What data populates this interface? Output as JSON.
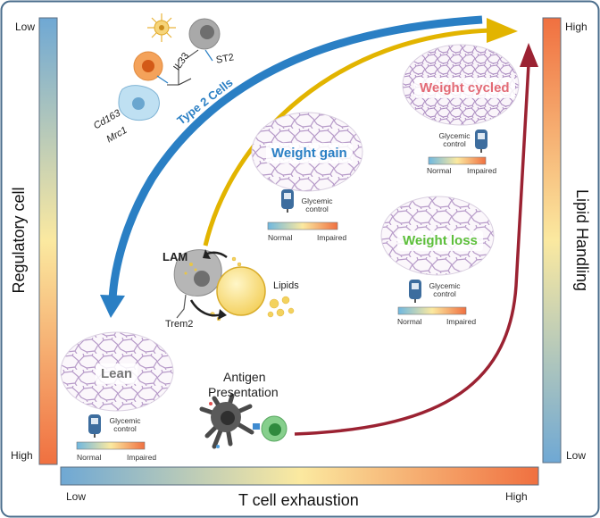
{
  "colors": {
    "blue_arrow": "#2a7fc4",
    "gold_arrow": "#e2b400",
    "red_arrow": "#9b2232",
    "weight_gain": "#2a7fc4",
    "weight_cycled": "#e36a75",
    "weight_loss": "#5cbf3a",
    "lean": "#777777",
    "type2": "#2a7fc4"
  },
  "axes": {
    "left": {
      "title": "Regulatory cell",
      "top": "Low",
      "bottom": "High"
    },
    "right": {
      "title": "Lipid Handling",
      "top": "High",
      "bottom": "Low"
    },
    "bottom": {
      "title": "T cell exhaustion",
      "left": "Low",
      "right": "High"
    }
  },
  "cells": {
    "il33": "IL33",
    "st2": "ST2",
    "cd163": "Cd163",
    "mrc1": "Mrc1",
    "type2": "Type 2 Cells",
    "lam": "LAM",
    "trem2": "Trem2",
    "lipids": "Lipids",
    "antigen_1": "Antigen",
    "antigen_2": "Presentation"
  },
  "states": {
    "weight_gain": "Weight gain",
    "weight_cycled": "Weight cycled",
    "weight_loss": "Weight loss",
    "lean": "Lean"
  },
  "glycemic": {
    "line1": "Glycemic",
    "line2": "control",
    "normal": "Normal",
    "impaired": "Impaired"
  }
}
